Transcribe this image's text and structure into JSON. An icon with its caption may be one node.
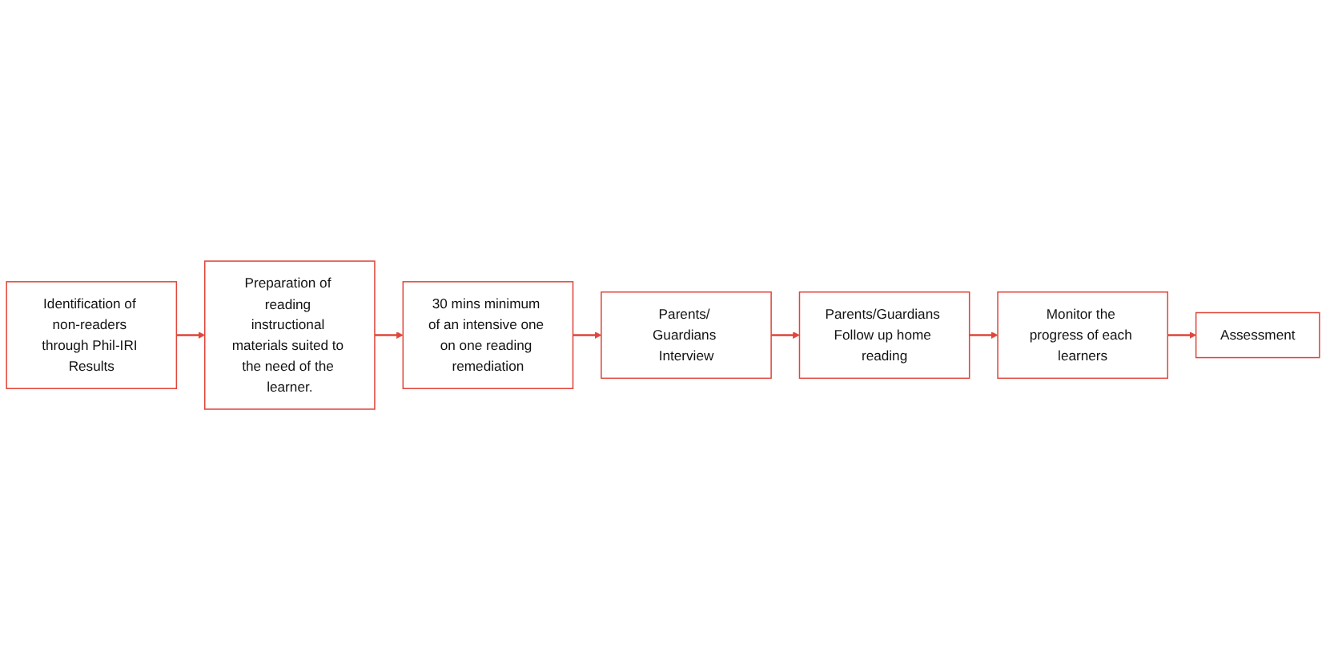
{
  "diagram": {
    "nodes": [
      {
        "text": [
          "Identification of non-readers through Phil-IRI Results"
        ]
      },
      {
        "text": [
          "Preparation of reading instructional materials suited to the need of the learner."
        ]
      },
      {
        "text": [
          "30 mins minimum of an intensive one on one reading remediation"
        ]
      },
      {
        "text": [
          "Parents/ Guardians Interview"
        ]
      },
      {
        "text": [
          "Parents/Guardians Follow up home reading"
        ]
      },
      {
        "text": [
          "Monitor the progress of each learners"
        ]
      },
      {
        "text": [
          "Assessment"
        ]
      }
    ],
    "edges": [
      {
        "from": 0,
        "to": 1,
        "arrow": "to"
      },
      {
        "from": 1,
        "to": 2,
        "arrow": "to"
      },
      {
        "from": 2,
        "to": 3,
        "arrow": "to"
      },
      {
        "from": 3,
        "to": 4,
        "arrow": "to"
      },
      {
        "from": 4,
        "to": 5,
        "arrow": "to"
      },
      {
        "from": 5,
        "to": 6,
        "arrow": "to"
      }
    ]
  }
}
